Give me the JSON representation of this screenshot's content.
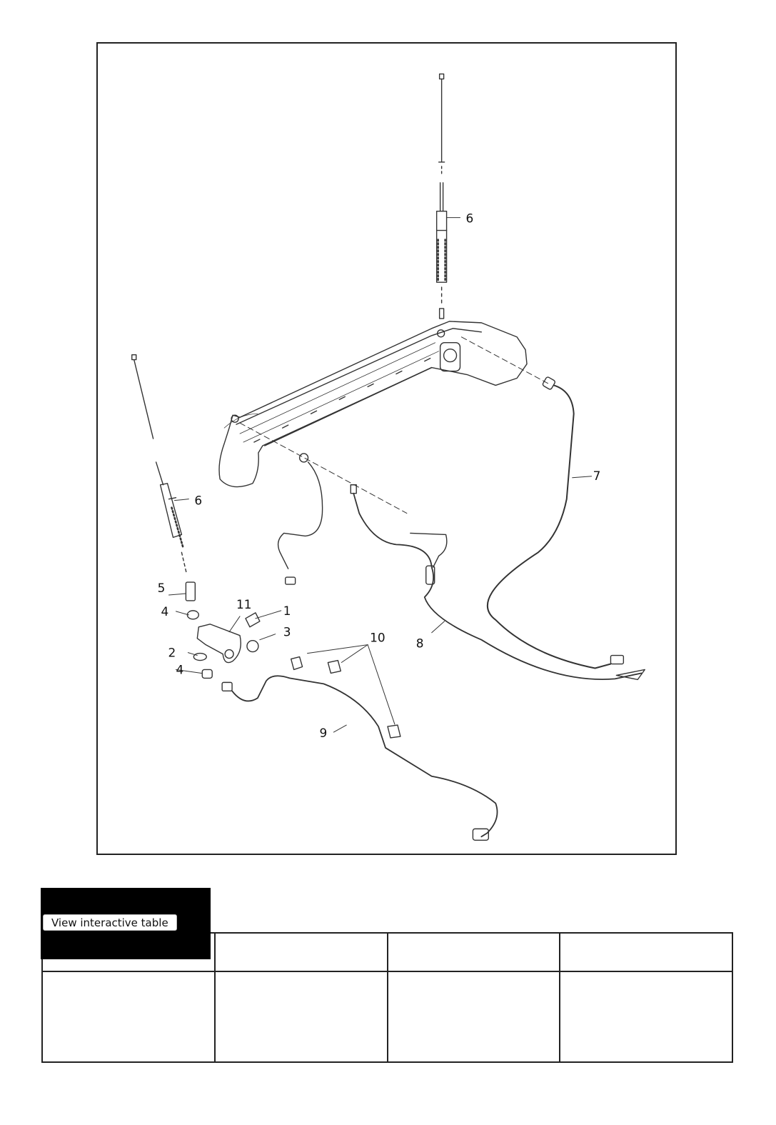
{
  "diagram": {
    "callouts": [
      "6",
      "6",
      "7",
      "8",
      "9",
      "10",
      "11",
      "1",
      "3",
      "2",
      "4",
      "4",
      "5"
    ]
  },
  "table_widget": {
    "button_label": "View interactive table"
  }
}
